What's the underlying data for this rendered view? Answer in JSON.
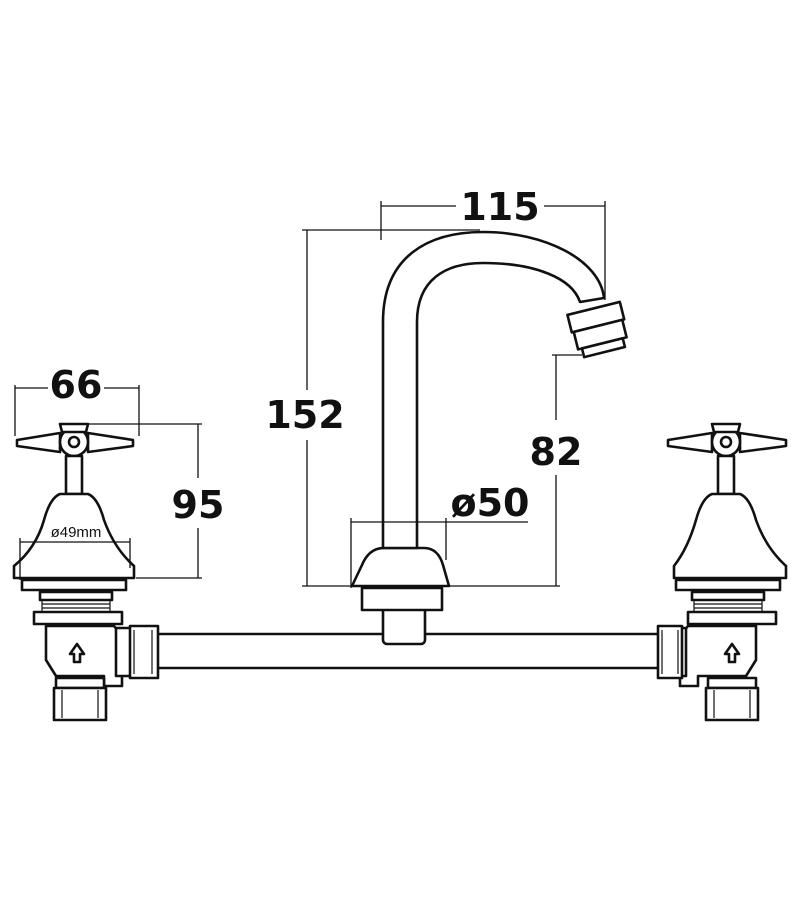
{
  "dimensions": {
    "handle_width": "66",
    "tap_height": "95",
    "tap_base_diameter": "ø49mm",
    "spout_reach": "115",
    "spout_height": "152",
    "spout_outlet_height": "82",
    "spout_base_diameter": "ø50"
  },
  "icons": {
    "flow_arrow_left": "up-arrow-icon",
    "flow_arrow_right": "up-arrow-icon"
  },
  "colors": {
    "line": "#111111",
    "background": "#ffffff"
  }
}
